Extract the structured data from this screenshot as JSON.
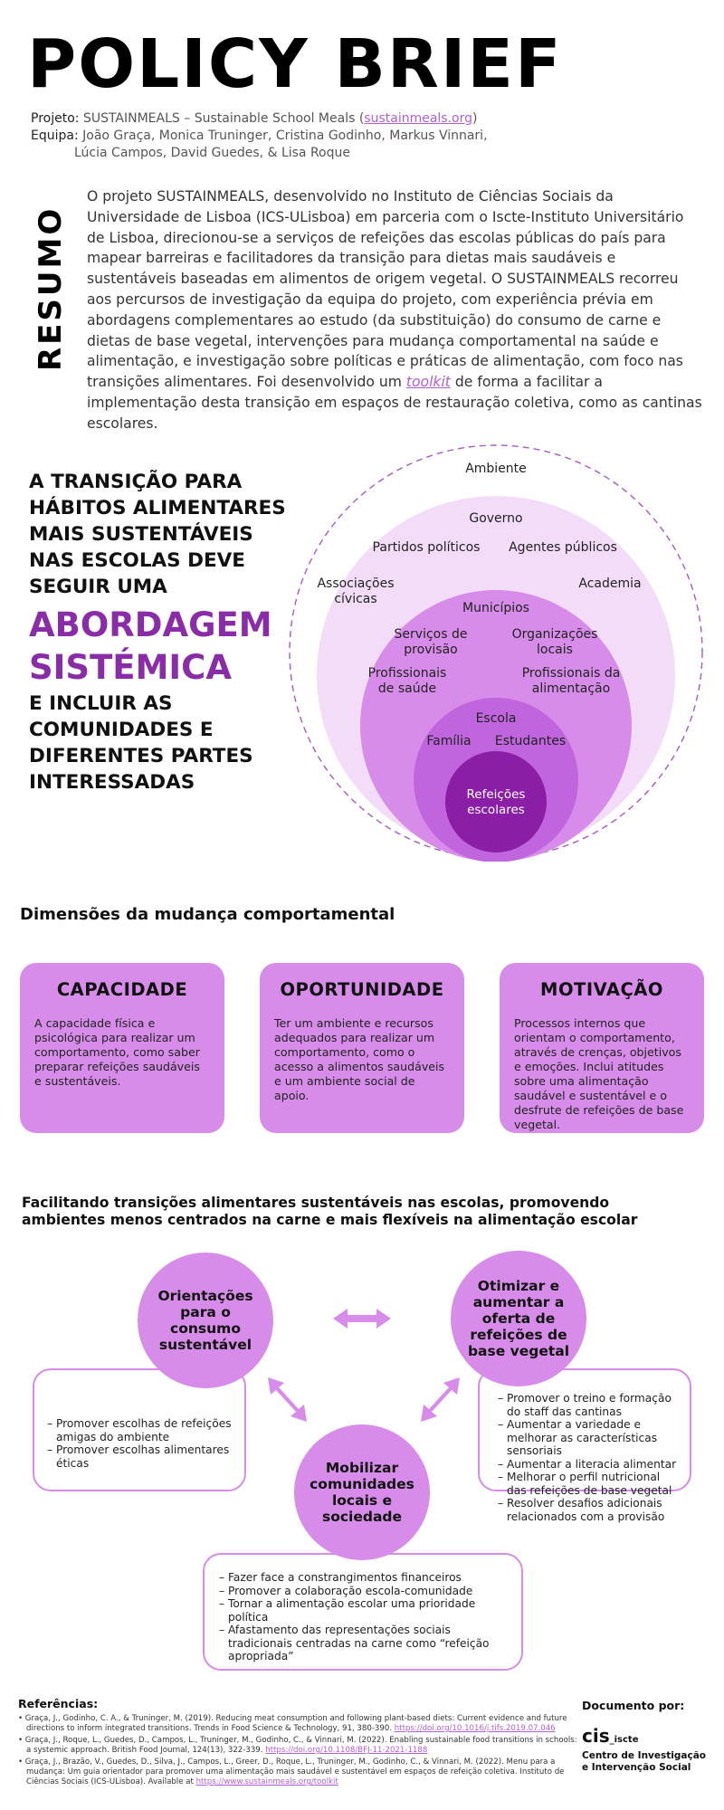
{
  "header": {
    "title": "POLICY BRIEF",
    "projeto_label": "Projeto:",
    "projeto_value": "SUSTAINMEALS – Sustainable School Meals (",
    "projeto_link": "sustainmeals.org",
    "projeto_close": ")",
    "equipa_label": "Equipa:",
    "equipa_line1": "João Graça, Monica Truninger, Cristina Godinho, Markus Vinnari,",
    "equipa_line2": "Lúcia Campos, David Guedes, & Lisa Roque"
  },
  "resumo": {
    "label": "RESUMO",
    "text_before": "O projeto SUSTAINMEALS, desenvolvido no Instituto de Ciências Sociais da Universidade de Lisboa (ICS-ULisboa) em parceria com o Iscte-Instituto Universitário de Lisboa, direcionou-se a serviços de refeições das escolas públicas do país para mapear barreiras e facilitadores da transição para dietas mais saudáveis e sustentáveis baseadas em alimentos de origem vegetal. O SUSTAINMEALS recorreu aos percursos de investigação da equipa do projeto, com experiência prévia em abordagens complementares ao estudo (da substituição) do consumo de carne e dietas de base vegetal, intervenções para mudança comportamental na saúde e alimentação, e investigação sobre políticas e práticas de alimentação, com foco nas transições alimentares. Foi desenvolvido um ",
    "toolkit": "toolkit",
    "text_after": " de forma a facilitar a implementação desta transição em espaços de restauração coletiva, como as cantinas escolares."
  },
  "transition": {
    "line1": "A TRANSIÇÃO PARA HÁBITOS ALIMENTARES MAIS SUSTENTÁVEIS NAS ESCOLAS DEVE SEGUIR UMA",
    "highlight": "ABORDAGEM SISTÉMICA",
    "line2": "E INCLUIR AS COMUNIDADES E DIFERENTES PARTES INTERESSADAS"
  },
  "diagram": {
    "ambiente": "Ambiente",
    "governo": "Governo",
    "partidos": "Partidos políticos",
    "agentes": "Agentes públicos",
    "assoc1": "Associações",
    "assoc2": "cívicas",
    "academia": "Academia",
    "municipios": "Municípios",
    "servicos1": "Serviços de",
    "servicos2": "provisão",
    "org1": "Organizações",
    "org2": "locais",
    "prof_saude1": "Profissionais",
    "prof_saude2": "de saúde",
    "prof_alim1": "Profissionais da",
    "prof_alim2": "alimentação",
    "escola": "Escola",
    "familia": "Família",
    "estudantes": "Estudantes",
    "refeicoes1": "Refeições",
    "refeicoes2": "escolares",
    "colors": {
      "outer": "#f2dcf8",
      "middle": "#d68ce8",
      "inner": "#c165de",
      "core": "#8a1fa6",
      "dashed": "#a65ac4"
    }
  },
  "dimensoes": {
    "heading": "Dimensões da mudança comportamental",
    "cards": [
      {
        "title": "CAPACIDADE",
        "text": "A capacidade física e psicológica para realizar um comportamento,  como saber preparar refeições saudáveis e sustentáveis."
      },
      {
        "title": "OPORTUNIDADE",
        "text": "Ter um ambiente e recursos adequados para realizar um comportamento,  como o acesso a alimentos saudáveis e um ambiente social de apoio."
      },
      {
        "title": "MOTIVAÇÃO",
        "text": "Processos  internos que orientam o comportamento, através de crenças, objetivos e emoções.  Inclui atitudes sobre uma alimentação saudável e sustentável  e o desfrute de refeições de base vegetal."
      }
    ]
  },
  "facilitando": {
    "heading": "Facilitando transições alimentares sustentáveis nas escolas, promovendo ambientes menos centrados na carne e mais flexíveis na alimentação escolar",
    "b1": "Orientações para o consumo sustentável",
    "b2": "Otimizar e aumentar a oferta de refeições de base vegetal",
    "b3": "Mobilizar comunidades locais e sociedade",
    "list1": [
      "– Promover escolhas de refeições amigas do ambiente",
      "– Promover escolhas alimentares éticas"
    ],
    "list2": [
      "– Promover o treino e formação do staff das cantinas",
      "– Aumentar a variedade e melhorar as características sensoriais",
      "– Aumentar a literacia alimentar",
      "– Melhorar o perfil nutricional das refeições de base vegetal",
      "– Resolver desafios adicionais relacionados com a provisão"
    ],
    "list3": [
      "– Fazer face a constrangimentos financeiros",
      "– Promover a colaboração escola-comunidade",
      "– Tornar a alimentação escolar uma prioridade política",
      "– Afastamento das representações sociais tradicionais centradas na carne como “refeição apropriada”"
    ]
  },
  "refs": {
    "heading": "Referências:",
    "r1": "•  Graça, J., Godinho, C. A., & Truninger, M. (2019). Reducing meat consumption and following plant-based diets: Current evidence and future directions to inform integrated transitions. Trends in Food Science & Technology, 91, 380-390.",
    "r1_link": "https://doi.org/10.1016/j.tifs.2019.07.046",
    "r2": "•  Graça, J., Roque, L., Guedes, D., Campos, L., Truninger, M., Godinho, C., & Vinnari, M. (2022). Enabling sustainable food transitions in schools: a systemic approach. British Food Journal, 124(13), 322-339.",
    "r2_link": "https://doi.org/10.1108/BFJ-11-2021-1188",
    "r3": "•  Graça, J., Brazão, V., Guedes, D., Silva, J., Campos, L., Greer, D., Roque, L., Truninger, M., Godinho, C., & Vinnari, M. (2022). Menu para a mudança: Um guia orientador para promover uma alimentação mais saudável e sustentável em espaços de refeição coletiva. Instituto de Ciências Sociais (ICS-ULisboa). Available at",
    "r3_link": "https://www.sustainmeals.org/toolkit"
  },
  "docpor": {
    "label": "Documento por:",
    "logo_main": "cis",
    "logo_sub": "_iscte",
    "name1": "Centro de Investigação",
    "name2": "e Intervenção Social"
  }
}
